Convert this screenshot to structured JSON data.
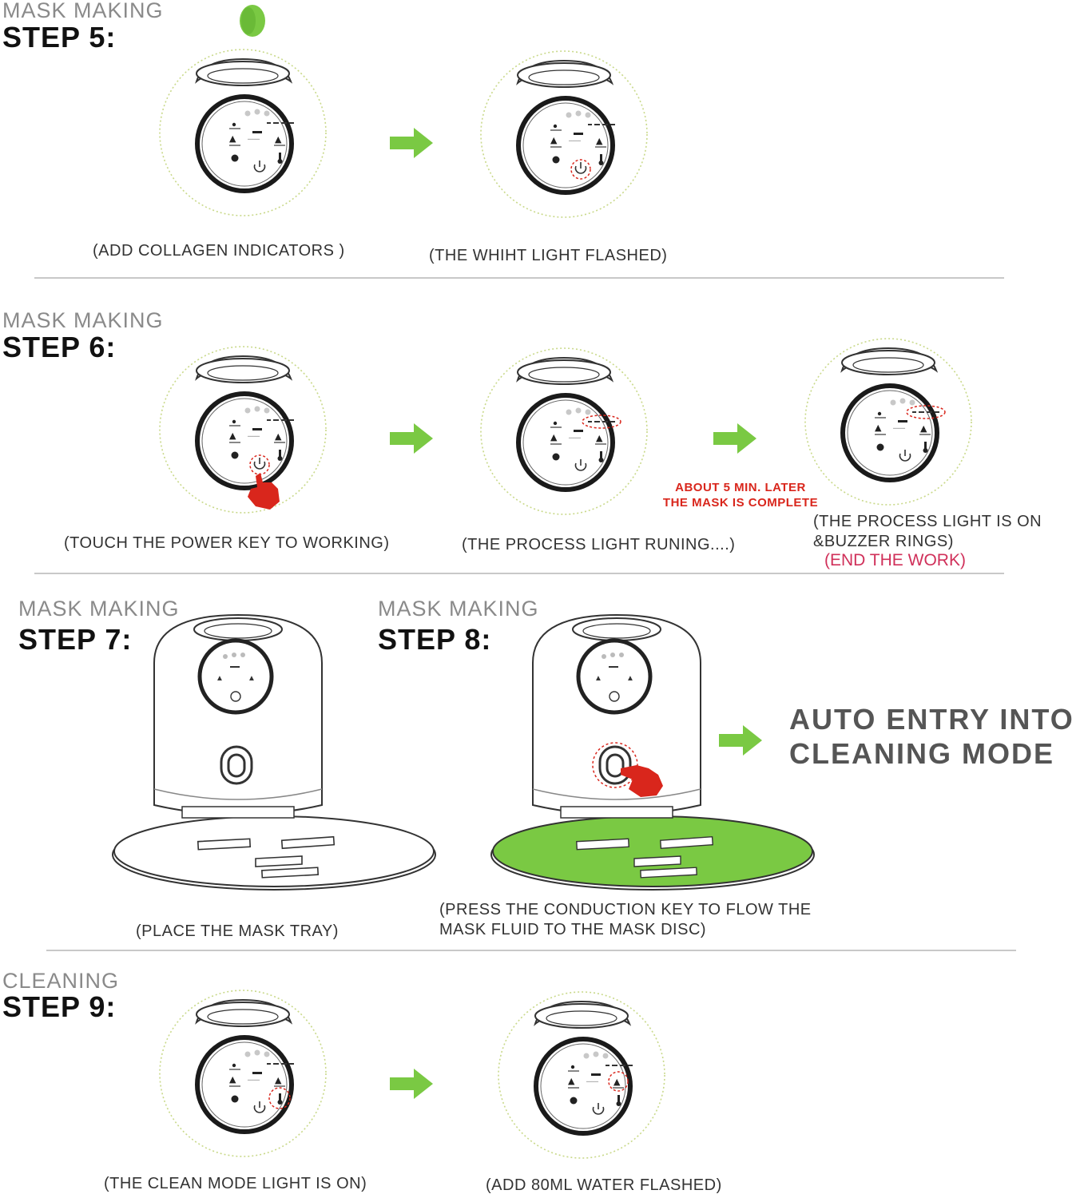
{
  "colors": {
    "accent_green": "#7ac943",
    "highlight_red": "#d9261c",
    "end_pink": "#d0305a",
    "tray_fill": "#7ac943"
  },
  "step5": {
    "category": "MASK MAKING",
    "title": "STEP 5:",
    "cap1": "(ADD COLLAGEN INDICATORS )",
    "cap2": "(THE WHIHT  LIGHT FLASHED)"
  },
  "step6": {
    "category": "MASK MAKING",
    "title": "STEP 6:",
    "cap1": "(TOUCH THE POWER KEY TO WORKING)",
    "cap2": "(THE PROCESS  LIGHT RUNING....)",
    "note_line1": "ABOUT 5 MIN.  LATER",
    "note_line2": "THE MASK IS COMPLETE",
    "cap3_line1": "(THE PROCESS  LIGHT IS ON",
    "cap3_line2": "&BUZZER RINGS)",
    "cap3_end": "(END THE WORK)"
  },
  "step7": {
    "category": "MASK MAKING",
    "title": "STEP 7:",
    "cap": "(PLACE THE MASK TRAY)"
  },
  "step8": {
    "category": "MASK MAKING",
    "title": "STEP 8:",
    "cap_line1": "(PRESS THE CONDUCTION KEY TO FLOW THE",
    "cap_line2": "MASK FLUID TO THE MASK DISC)",
    "result_line1": "AUTO ENTRY INTO",
    "result_line2": "CLEANING  MODE"
  },
  "step9": {
    "category": "CLEANING",
    "title": "STEP 9:",
    "cap1": "(THE CLEAN  MODE LIGHT IS ON)",
    "cap2": "(ADD 80ML WATER  FLASHED)"
  },
  "icons": [
    "power-icon",
    "hand-pointer-icon",
    "arrow-right-icon",
    "indicator-dot-icon"
  ]
}
